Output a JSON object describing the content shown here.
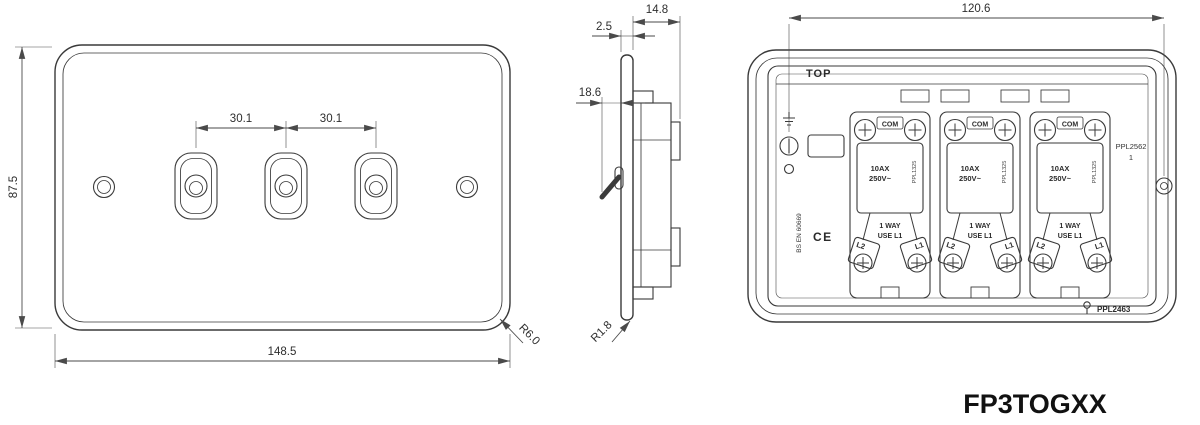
{
  "product_code": "FP3TOGXX",
  "front_view": {
    "dim_height_mm": "87.5",
    "dim_width_mm": "148.5",
    "dim_toggle_pitch_left_mm": "30.1",
    "dim_toggle_pitch_right_mm": "30.1",
    "corner_radius": "R6.0"
  },
  "side_view": {
    "dim_depth_mm": "14.8",
    "dim_plate_thickness_mm": "2.5",
    "dim_projection_mm": "18.6",
    "edge_radius": "R1.8"
  },
  "rear_view": {
    "orientation_label": "TOP",
    "dim_fixing_centres_mm": "120.6",
    "standard_text": "BS EN 60669",
    "ce_mark": "CE",
    "part_code": "PPL2562",
    "part_revision": "1",
    "assembly_code": "PPL2463",
    "mechanism": {
      "com_label": "COM",
      "rating_line1": "10AX",
      "rating_line2": "250V~",
      "usage_line1": "1 WAY",
      "usage_line2": "USE L1",
      "terminal_left": "L2",
      "terminal_right": "L1",
      "mech_code": "PPL1325"
    }
  },
  "colors": {
    "line": "#3a3a3a",
    "dimension": "#4a4a4a",
    "background": "#ffffff"
  }
}
